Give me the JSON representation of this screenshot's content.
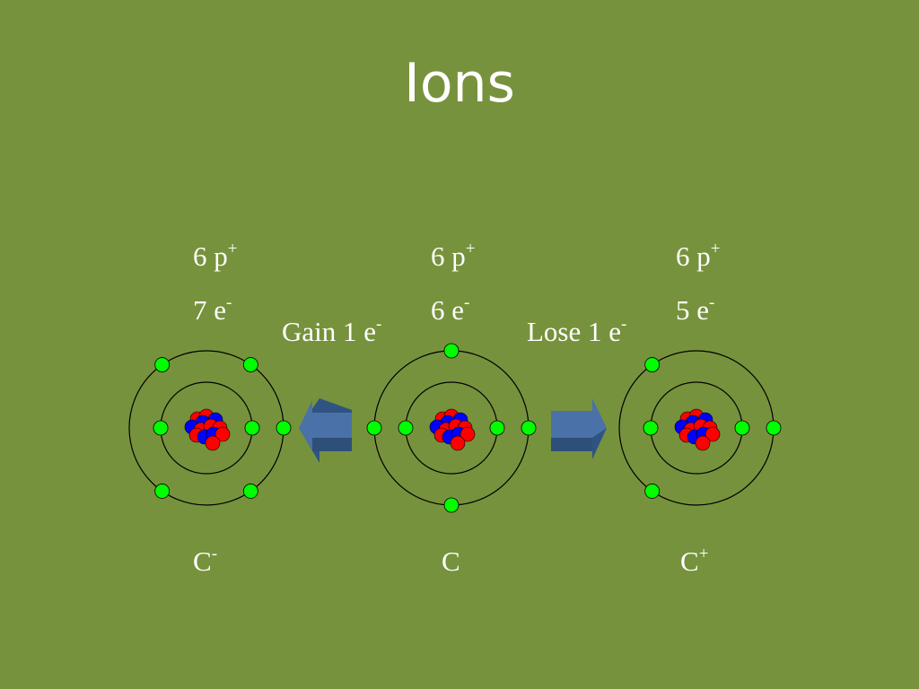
{
  "slide": {
    "title": "Ions"
  },
  "colors": {
    "background": "#77923c",
    "text": "#ffffff",
    "electron": "#00ff00",
    "proton": "#ff0000",
    "neutron": "#0000ff",
    "orbit": "#000000",
    "arrow": "#3a6496"
  },
  "atoms": [
    {
      "protons_label": "6 p",
      "protons_sup": "+",
      "electrons_label": "7 e",
      "electrons_sup": "-",
      "symbol": "C",
      "symbol_sup": "-",
      "inner_shell_electrons": 2,
      "outer_shell_electrons": 5
    },
    {
      "protons_label": "6 p",
      "protons_sup": "+",
      "electrons_label": "6 e",
      "electrons_sup": "-",
      "symbol": "C",
      "symbol_sup": "",
      "inner_shell_electrons": 2,
      "outer_shell_electrons": 4
    },
    {
      "protons_label": "6 p",
      "protons_sup": "+",
      "electrons_label": "5 e",
      "electrons_sup": "-",
      "symbol": "C",
      "symbol_sup": "+",
      "inner_shell_electrons": 2,
      "outer_shell_electrons": 3
    }
  ],
  "transitions": {
    "gain": {
      "label": "Gain 1 e",
      "sup": "-",
      "direction": "left"
    },
    "lose": {
      "label": "Lose 1 e",
      "sup": "-",
      "direction": "right"
    }
  }
}
